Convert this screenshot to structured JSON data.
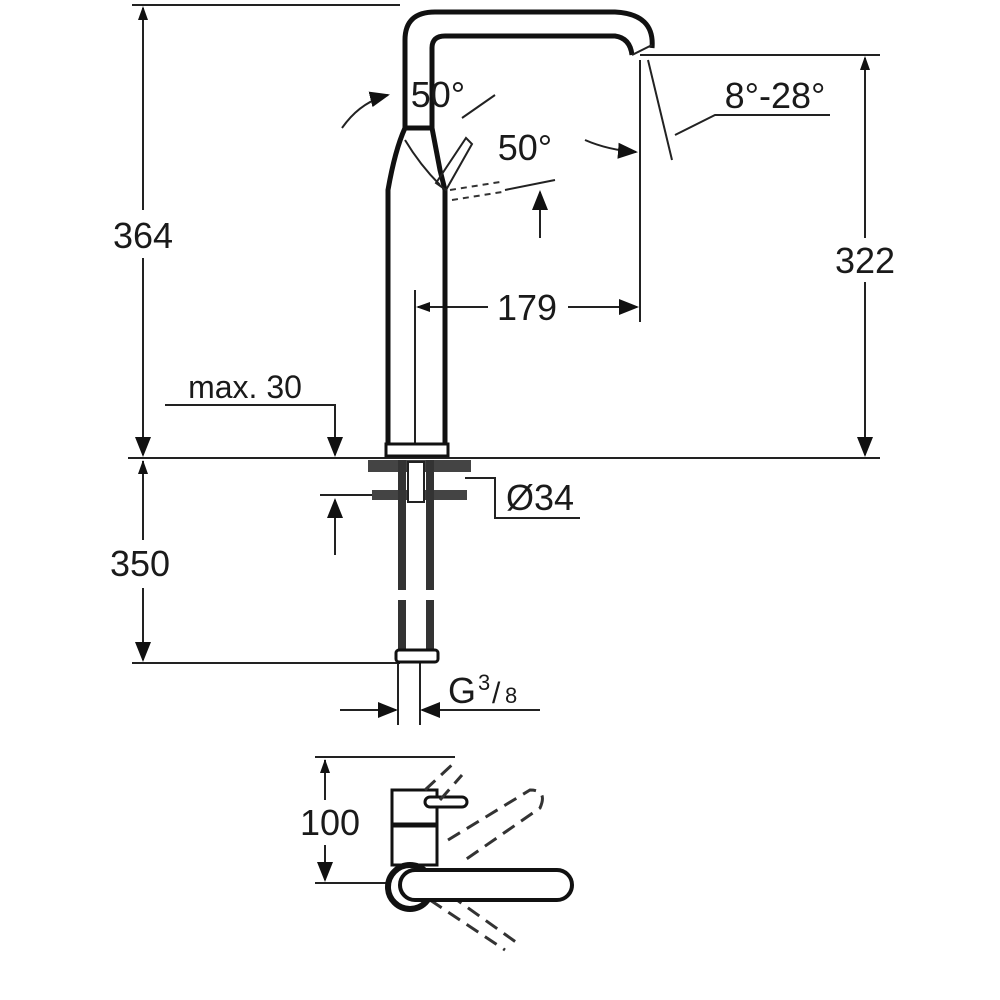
{
  "drawing": {
    "dimensions": {
      "total_height": "364",
      "spout_height": "322",
      "spout_reach": "179",
      "max_deck_thickness": "max. 30",
      "hole_diameter": "Ø34",
      "hose_length": "350",
      "connection_main": "G",
      "connection_num": "3",
      "connection_den": "8",
      "lever_offset": "100",
      "lever_angle_1": "50°",
      "lever_angle_2": "50°",
      "spout_angle": "8°-28°"
    },
    "colors": {
      "line": "#222222",
      "background": "#ffffff"
    }
  }
}
